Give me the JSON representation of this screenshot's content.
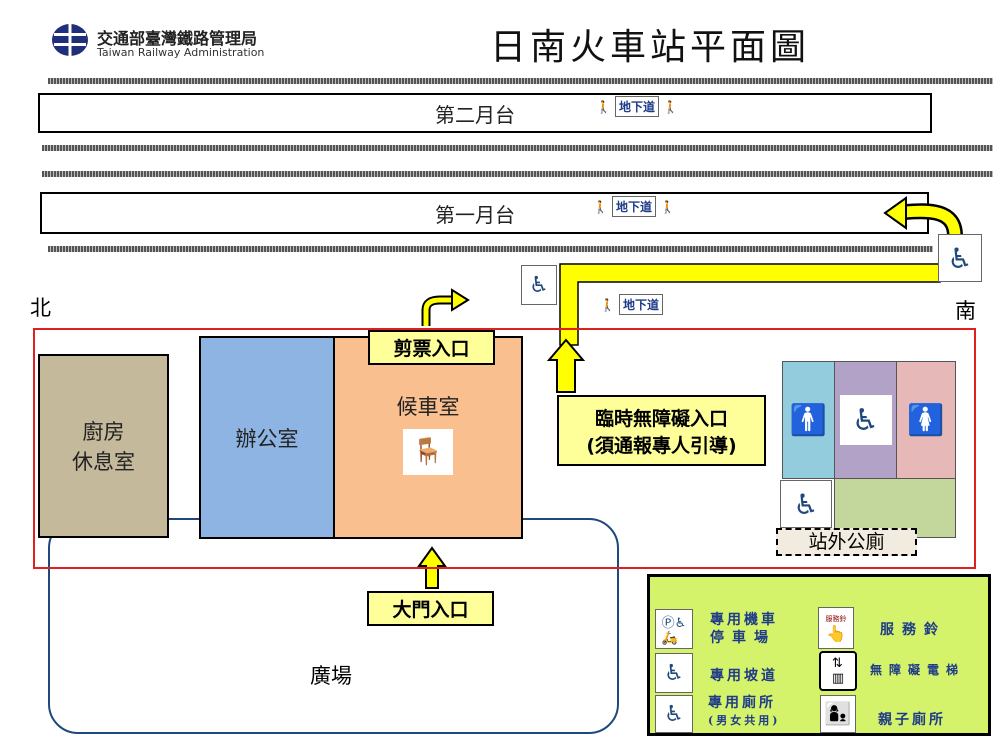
{
  "header": {
    "org_name_zh": "交通部臺灣鐵路管理局",
    "org_name_en": "Taiwan Railway Administration",
    "title": "日南火車站平面圖"
  },
  "platforms": [
    {
      "label": "第二月台"
    },
    {
      "label": "第一月台"
    }
  ],
  "underpass": {
    "label": "地下道"
  },
  "directions": {
    "north": "北",
    "south": "南"
  },
  "rooms": {
    "kitchen": "廚房\n休息室",
    "kitchen_l1": "廚房",
    "kitchen_l2": "休息室",
    "office": "辦公室",
    "waiting": "候車室",
    "plaza": "廣場",
    "toilet": "站外公廁"
  },
  "entrances": {
    "ticket_gate": "剪票入口",
    "temp_accessible_l1": "臨時無障礙入口",
    "temp_accessible_l2": "(須通報專人引導)",
    "main": "大門入口"
  },
  "legend": [
    {
      "icon": "accessible-parking-icon",
      "label_l1": "專用機車",
      "label_l2": "停車場"
    },
    {
      "icon": "service-bell-icon",
      "label_l1": "服務鈴"
    },
    {
      "icon": "ramp-icon",
      "label_l1": "專用坡道"
    },
    {
      "icon": "elevator-icon",
      "label_l1": "無障礙電梯"
    },
    {
      "icon": "accessible-toilet-icon",
      "label_l1": "專用廁所",
      "label_l2": "(男女共用)"
    },
    {
      "icon": "family-toilet-icon",
      "label_l1": "親子廁所"
    }
  ],
  "legend_icon_text": {
    "bell": "服務鈴"
  },
  "colors": {
    "kitchen": "#c4b99a",
    "office": "#8eb4e3",
    "waiting": "#fabf8f",
    "legend": "#d4f26a",
    "border_red": "#e02020"
  }
}
